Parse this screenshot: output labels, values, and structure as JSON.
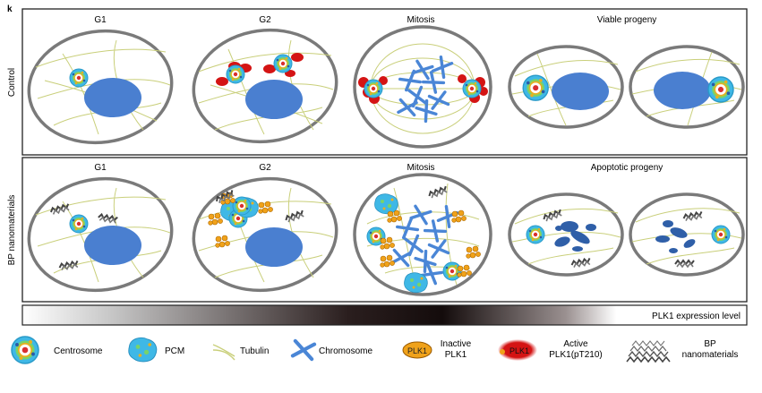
{
  "panel_letter": "k",
  "rows": [
    {
      "label": "Control",
      "stages": [
        "G1",
        "G2",
        "Mitosis",
        "Viable progeny"
      ]
    },
    {
      "label": "BP nanomaterials",
      "stages": [
        "G1",
        "G2",
        "Mitosis",
        "Apoptotic progeny"
      ]
    }
  ],
  "gradient_bar": {
    "label": "PLK1 expression level"
  },
  "legend": [
    {
      "icon": "centrosome-icon",
      "label": "Centrosome"
    },
    {
      "icon": "pcm-icon",
      "label": "PCM"
    },
    {
      "icon": "tubulin-icon",
      "label": "Tubulin"
    },
    {
      "icon": "chromosome-icon",
      "label": "Chromosome"
    },
    {
      "icon": "inactive-plk1-icon",
      "badge": "PLK1",
      "label_line1": "Inactive",
      "label_line2": "PLK1"
    },
    {
      "icon": "active-plk1-icon",
      "badge": "PLK1",
      "label_line1": "Active",
      "label_line2": "PLK1(pT210)"
    },
    {
      "icon": "bp-nanomaterials-icon",
      "label_line1": "BP",
      "label_line2": "nanomaterials"
    }
  ],
  "colors": {
    "nucleus": "#4a7fd0",
    "cell_outline": "#7a7a7a",
    "tubulin": "#c9cf7a",
    "pcm": "#3fb8e6",
    "active_plk1": "#d41414",
    "inactive_plk1": "#f0a21a",
    "chromosome": "#4a86d6",
    "bp": "#555555"
  }
}
